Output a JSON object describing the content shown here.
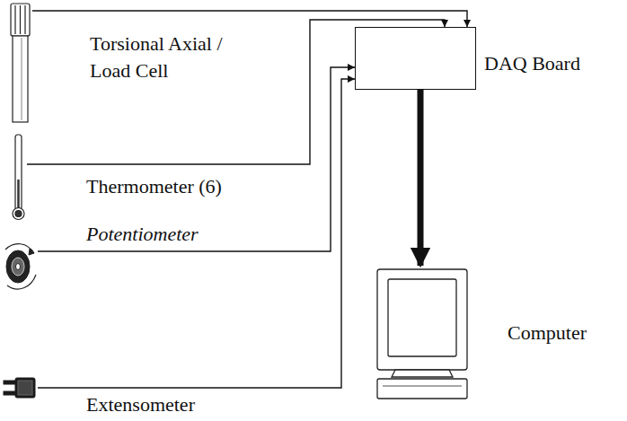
{
  "diagram": {
    "nodes": [
      {
        "text": [
          "Torsional Axial / Load Cell"
        ]
      },
      {
        "text": [
          "Thermometer (6)"
        ]
      },
      {
        "text": [
          "Potentiometer"
        ]
      },
      {
        "text": [
          "Extensometer"
        ]
      },
      {
        "text": [
          "DAQ Board"
        ]
      },
      {
        "text": [
          "Computer"
        ]
      }
    ],
    "edges": [
      {
        "from": 0,
        "to": 4,
        "arrow": "to"
      },
      {
        "from": 1,
        "to": 4,
        "arrow": "to"
      },
      {
        "from": 2,
        "to": 4,
        "arrow": "to"
      },
      {
        "from": 3,
        "to": 4,
        "arrow": "to"
      },
      {
        "from": 4,
        "to": 5,
        "arrow": "to"
      }
    ]
  }
}
